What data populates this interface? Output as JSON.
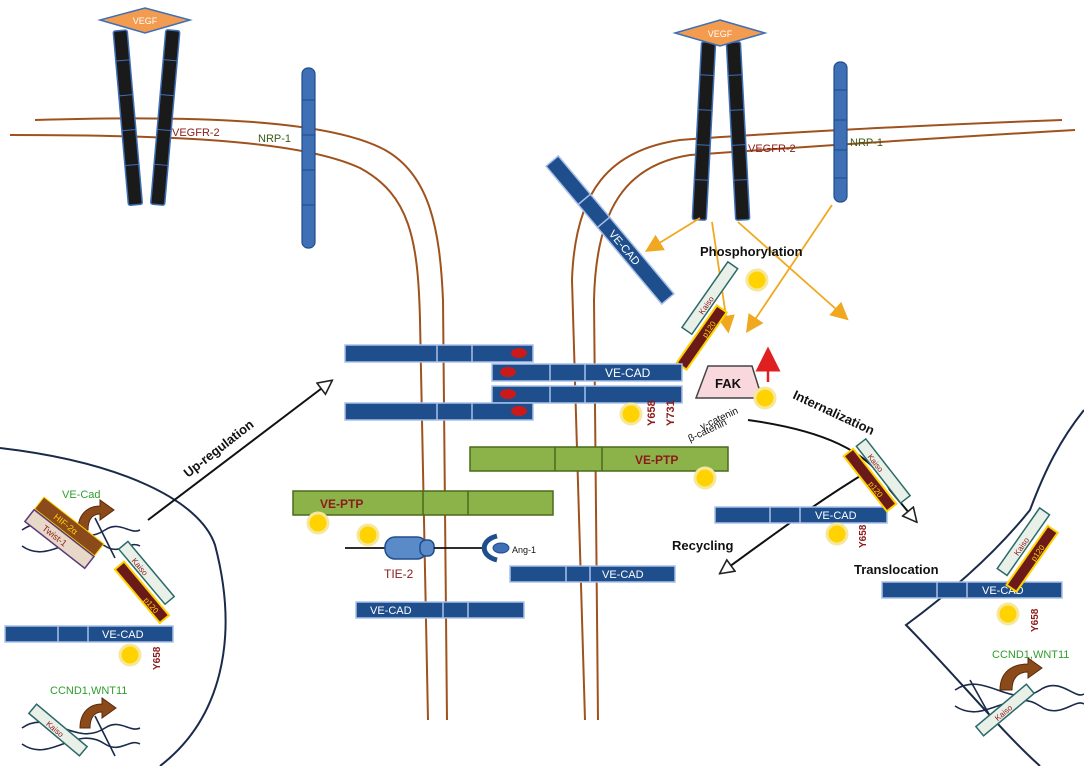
{
  "labels": {
    "vegf": "VEGF",
    "vegfr2": "VEGFR-2",
    "nrp1": "NRP-1",
    "phosphorylation": "Phosphorylation",
    "internalization": "Internalization",
    "upregulation": "Up-regulation",
    "recycling": "Recycling",
    "translocation": "Translocation",
    "fak": "FAK",
    "ve_cad_upper": "VE-CAD",
    "ve_cad_lower": "VE-Cad",
    "ve_ptp": "VE-PTP",
    "tie2": "TIE-2",
    "ang1": "Ang-1",
    "kaiso": "Kaiso",
    "p120": "p120",
    "hif2a": "HIF-2α",
    "twist1": "Twist-1",
    "y658": "Y658",
    "y731": "Y731",
    "beta_catenin": "β-catenin",
    "gamma_catenin": "γ-catenin",
    "ccnd1_left": "CCND1,WNT11",
    "ccnd1_right": "CCND1,WNT11"
  },
  "colors": {
    "membrane": "#a0521e",
    "receptor_dark": "#1a1a1a",
    "receptor_blue": "#3f6fb5",
    "vegf": "#f39c50",
    "vecad": "#1f4e8c",
    "veptp": "#8cb34a",
    "phospho": "#ffd200",
    "arrow_gold": "#f0a820",
    "text_red": "#8b1a1a",
    "text_green": "#2e9e2e",
    "cell": "#1a2a4a"
  }
}
